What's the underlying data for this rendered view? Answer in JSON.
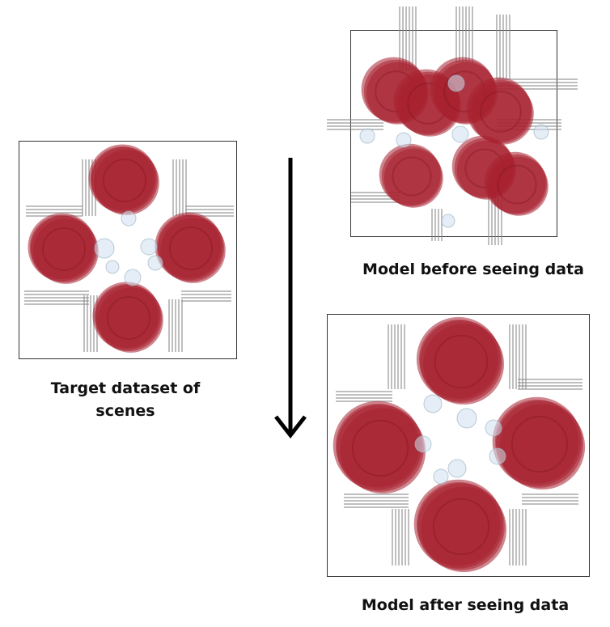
{
  "captions": {
    "target": "Target dataset of scenes",
    "before": "Model before seeing data",
    "after": "Model after seeing data"
  },
  "colors": {
    "plate": "#a8202f",
    "plate_dark": "#7d1520",
    "glass": "#cfe0ee",
    "cutlery": "#8a8a8a",
    "border": "#333333",
    "arrow": "#000000"
  }
}
